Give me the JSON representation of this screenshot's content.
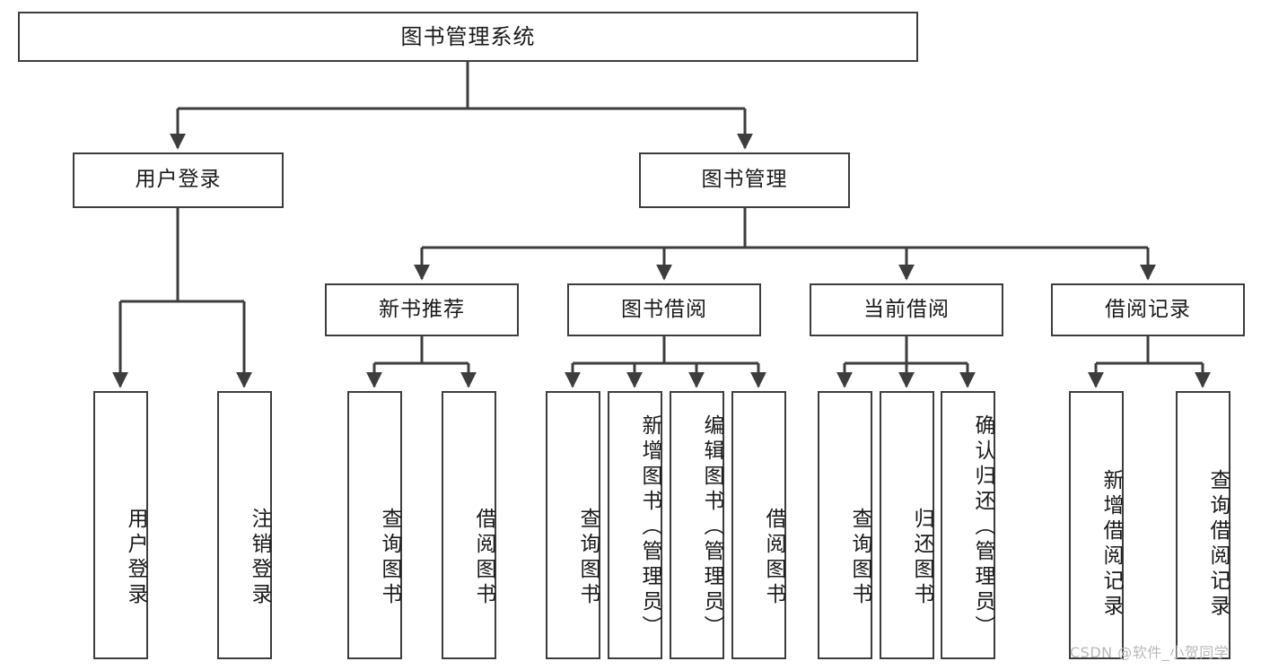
{
  "diagram": {
    "kind": "tree-hierarchy-chart",
    "title": "图书管理系统",
    "nodes": {
      "root": {
        "label": "图书管理系统"
      },
      "user_login": {
        "label": "用户登录"
      },
      "book_manage": {
        "label": "图书管理"
      },
      "new_book_rec": {
        "label": "新书推荐"
      },
      "book_borrow": {
        "label": "图书借阅"
      },
      "current_borrow": {
        "label": "当前借阅"
      },
      "borrow_record": {
        "label": "借阅记录"
      },
      "leaf_user_login": {
        "label": "用户登录"
      },
      "leaf_user_logout": {
        "label": "注销登录"
      },
      "leaf_query_book_1": {
        "label": "查询图书"
      },
      "leaf_borrow_book_1": {
        "label": "借阅图书"
      },
      "leaf_query_book_2": {
        "label": "查询图书"
      },
      "leaf_add_book": {
        "label": "新增图书（管理员）"
      },
      "leaf_edit_book": {
        "label": "编辑图书（管理员）"
      },
      "leaf_borrow_book_2": {
        "label": "借阅图书"
      },
      "leaf_query_book_3": {
        "label": "查询图书"
      },
      "leaf_return_book": {
        "label": "归还图书"
      },
      "leaf_confirm_return": {
        "label": "确认归还（管理员）"
      },
      "leaf_add_record": {
        "label": "新增借阅记录"
      },
      "leaf_query_record": {
        "label": "查询借阅记录"
      }
    }
  },
  "watermark": {
    "text": "CSDN @软件_小贺同学"
  },
  "colors": {
    "border": "#3d3d3d",
    "text": "#1a1a1a",
    "background": "#ffffff",
    "watermark": "#b9b9b9"
  }
}
